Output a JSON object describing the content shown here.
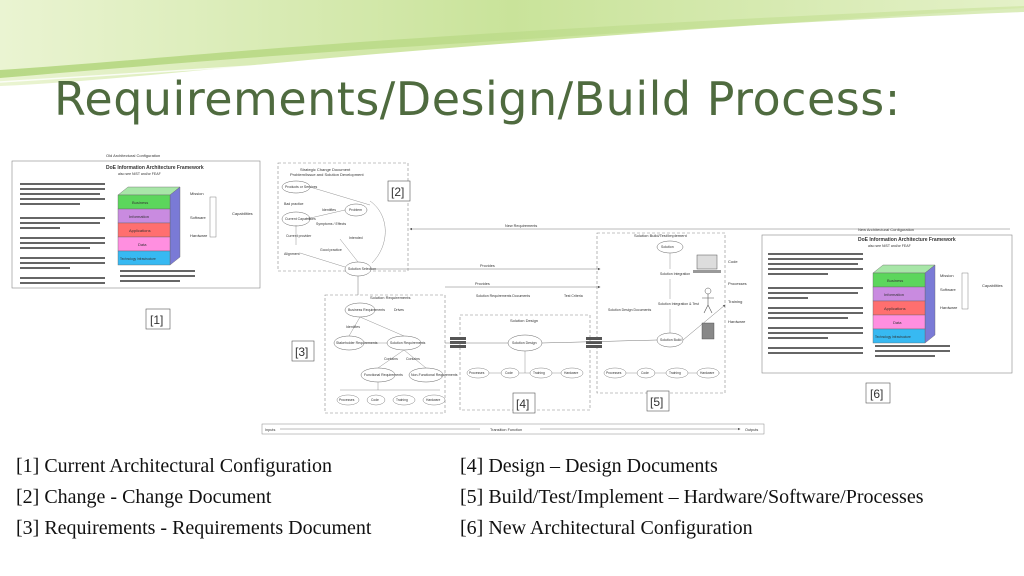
{
  "slide": {
    "title": "Requirements/Design/Build Process:"
  },
  "diagram": {
    "left_panel": {
      "header": "Old Architectural Configuration",
      "framework_title": "DoE Information Architecture Framework",
      "framework_subtitle": "also see NIST and/or FEAF",
      "layers": [
        "Business",
        "Information",
        "Applications",
        "Data",
        "Technology Infrastructure"
      ],
      "side_labels": [
        "Mission",
        "Software",
        "Hardware"
      ],
      "capabilities": "Capabilities",
      "marker": "[1]"
    },
    "change_panel": {
      "header_line1": "Strategic Change Document",
      "header_line2": "Problem/Issue and Solution Development",
      "nodes": [
        "Products or Services",
        "Bad practice",
        "Current Capabilities",
        "Identifies",
        "Problem",
        "Symptoms / Effects",
        "Current provider",
        "Good practice",
        "Alignment",
        "Solution Selection",
        "Intended"
      ],
      "marker": "[2]"
    },
    "requirements_panel": {
      "header": "Solution Requirements",
      "nodes": [
        "Business Requirements",
        "Drives",
        "Identifies",
        "Stakeholder Requirements",
        "Solution Requirements",
        "Functional Requirements",
        "Non-Functional Requirements"
      ],
      "contains": [
        "Contains",
        "Contains"
      ],
      "outputs": [
        "Processes",
        "Code",
        "Training",
        "Hardware"
      ],
      "marker": "[3]"
    },
    "design_panel": {
      "header": "Solution Design",
      "nodes": [
        "Solution Design"
      ],
      "outputs": [
        "Processes",
        "Code",
        "Training",
        "Hardware"
      ],
      "marker": "[4]"
    },
    "build_panel": {
      "header": "Solution Build/Test/Implement",
      "nodes": [
        "Solution",
        "Solution Integration",
        "Solution Integration & Test",
        "Solution Build",
        "Test Criteria",
        "Solution Design Documents",
        "Solution Requirements Documents"
      ],
      "outputs": [
        "Processes",
        "Code",
        "Training",
        "Hardware"
      ],
      "marker": "[5]"
    },
    "right_panel": {
      "header": "New Architectural Configuration",
      "framework_title": "DoE Information Architecture Framework",
      "framework_subtitle": "also see NIST and/or FEAF",
      "layers": [
        "Business",
        "Information",
        "Applications",
        "Data",
        "Technology Infrastructure"
      ],
      "side_labels": [
        "Mission",
        "Software",
        "Hardware"
      ],
      "capabilities": "Capabilities",
      "left_labels": [
        "Code",
        "Processes",
        "Training",
        "Hardware"
      ],
      "marker": "[6]"
    },
    "flow_labels": {
      "new_requirements": "New Requirements",
      "provides": "Provides",
      "provides2": "Provides",
      "transition": "Transition Function",
      "inputs": "Inputs",
      "outputs": "Outputs"
    },
    "colors": {
      "business": "#5cd65c",
      "information": "#c98be0",
      "applications": "#ff6f6f",
      "data": "#ff8fe0",
      "technology": "#37b9f2",
      "top_face": "#a8e6a8",
      "accent_green": "#4f6b3f",
      "wave_light": "#c9e39a",
      "wave_dark": "#8fbf55"
    }
  },
  "captions": {
    "c1": "[1] Current Architectural Configuration",
    "c2": "[2] Change - Change Document",
    "c3": "[3] Requirements - Requirements Document",
    "c4": "[4] Design – Design Documents",
    "c5": "[5] Build/Test/Implement – Hardware/Software/Processes",
    "c6": "[6] New Architectural Configuration"
  }
}
